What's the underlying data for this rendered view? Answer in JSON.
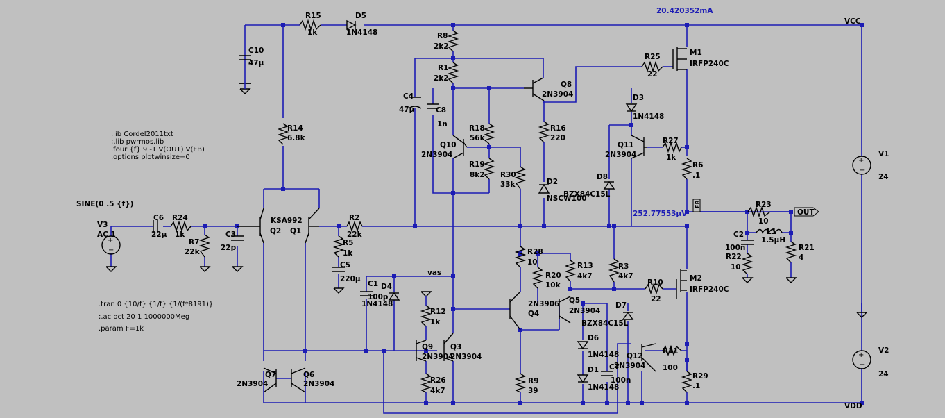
{
  "measurements": {
    "supply_current": "20.420352mA",
    "output_offset": "252.77553µV"
  },
  "nets": {
    "vcc": "VCC",
    "vdd": "VDD",
    "out": "OUT",
    "vas": "vas",
    "fb": "FB"
  },
  "directives": {
    "lib1": ".lib Cordel2011txt",
    "lib2": ";.lib pwrmos.lib",
    "four": ".four {f} 9 -1 V(OUT) V(FB)",
    "options": ".options plotwinsize=0",
    "tran": ".tran 0 {10/f} {1/f} {1/(f*8191)}",
    "ac": ";.ac oct 20 1 1000000Meg",
    "param": ".param F=1k"
  },
  "source_v3": {
    "function": "SINE(0 .5 {f})",
    "name": "V3",
    "type": "AC 1"
  },
  "components": {
    "R15": {
      "name": "R15",
      "value": "1k"
    },
    "D5": {
      "name": "D5",
      "value": "1N4148"
    },
    "C10": {
      "name": "C10",
      "value": "47µ"
    },
    "R14": {
      "name": "R14",
      "value": "6.8k"
    },
    "R8": {
      "name": "R8",
      "value": "2k2"
    },
    "R1": {
      "name": "R1",
      "value": "2k2"
    },
    "C4": {
      "name": "C4",
      "value": "47µ"
    },
    "C8": {
      "name": "C8",
      "value": "1n"
    },
    "Q8": {
      "name": "Q8",
      "value": "2N3904"
    },
    "R25": {
      "name": "R25",
      "value": "22"
    },
    "M1": {
      "name": "M1",
      "value": "IRFP240C"
    },
    "D3": {
      "name": "D3",
      "value": "1N4148"
    },
    "R18": {
      "name": "R18",
      "value": "56k"
    },
    "R19": {
      "name": "R19",
      "value": "8k2"
    },
    "Q10": {
      "name": "Q10",
      "value": "2N3904"
    },
    "R16": {
      "name": "R16",
      "value": "220"
    },
    "R30": {
      "name": "R30",
      "value": "33k"
    },
    "D2": {
      "name": "D2",
      "value": "NSCW100"
    },
    "D8": {
      "name": "D8",
      "value": "BZX84C15L"
    },
    "Q11": {
      "name": "Q11",
      "value": "2N3904"
    },
    "R27": {
      "name": "R27",
      "value": "1k"
    },
    "R6": {
      "name": "R6",
      "value": ".1"
    },
    "V1": {
      "name": "V1",
      "value": "24"
    },
    "R23": {
      "name": "R23",
      "value": "10"
    },
    "C2": {
      "name": "C2",
      "value": "100n"
    },
    "R22": {
      "name": "R22",
      "value": "10"
    },
    "L1": {
      "name": "L1",
      "value": "1.5µH"
    },
    "R21": {
      "name": "R21",
      "value": "4"
    },
    "C6": {
      "name": "C6",
      "value": "22µ"
    },
    "R24": {
      "name": "R24",
      "value": "1k"
    },
    "R7": {
      "name": "R7",
      "value": "22k"
    },
    "C3": {
      "name": "C3",
      "value": "22p"
    },
    "Q2": {
      "name": "Q2",
      "value": ""
    },
    "Q1": {
      "name": "Q1",
      "value": ""
    },
    "KSA992": {
      "name": "KSA992",
      "value": ""
    },
    "R2": {
      "name": "R2",
      "value": "22k"
    },
    "R5": {
      "name": "R5",
      "value": "1k"
    },
    "C5": {
      "name": "C5",
      "value": "220µ"
    },
    "C1": {
      "name": "C1",
      "value": "100p"
    },
    "D4": {
      "name": "D4",
      "value": "1N4148"
    },
    "R12": {
      "name": "R12",
      "value": "1k"
    },
    "Q9": {
      "name": "Q9",
      "value": "2N3904"
    },
    "Q3": {
      "name": "Q3",
      "value": "2N3904"
    },
    "R26": {
      "name": "R26",
      "value": "4k7"
    },
    "Q7": {
      "name": "Q7",
      "value": "2N3904"
    },
    "Q6": {
      "name": "Q6",
      "value": "2N3904"
    },
    "R28": {
      "name": "R28",
      "value": "10"
    },
    "R20": {
      "name": "R20",
      "value": "10k"
    },
    "R13": {
      "name": "R13",
      "value": "4k7"
    },
    "R3": {
      "name": "R3",
      "value": "4k7"
    },
    "Q4": {
      "name": "Q4",
      "value": "2N3906"
    },
    "Q5": {
      "name": "Q5",
      "value": "2N3904"
    },
    "R9": {
      "name": "R9",
      "value": "39"
    },
    "D7": {
      "name": "D7",
      "value": "BZX84C15L"
    },
    "D6": {
      "name": "D6",
      "value": "1N4148"
    },
    "D1": {
      "name": "D1",
      "value": "1N4148"
    },
    "C7": {
      "name": "C7",
      "value": "100n"
    },
    "R10": {
      "name": "R10",
      "value": "22"
    },
    "M2": {
      "name": "M2",
      "value": "IRFP240C"
    },
    "Q12": {
      "name": "Q12",
      "value": "2N3904"
    },
    "R11": {
      "name": "R11",
      "value": "100"
    },
    "R29": {
      "name": "R29",
      "value": ".1"
    },
    "V2": {
      "name": "V2",
      "value": "24"
    }
  }
}
